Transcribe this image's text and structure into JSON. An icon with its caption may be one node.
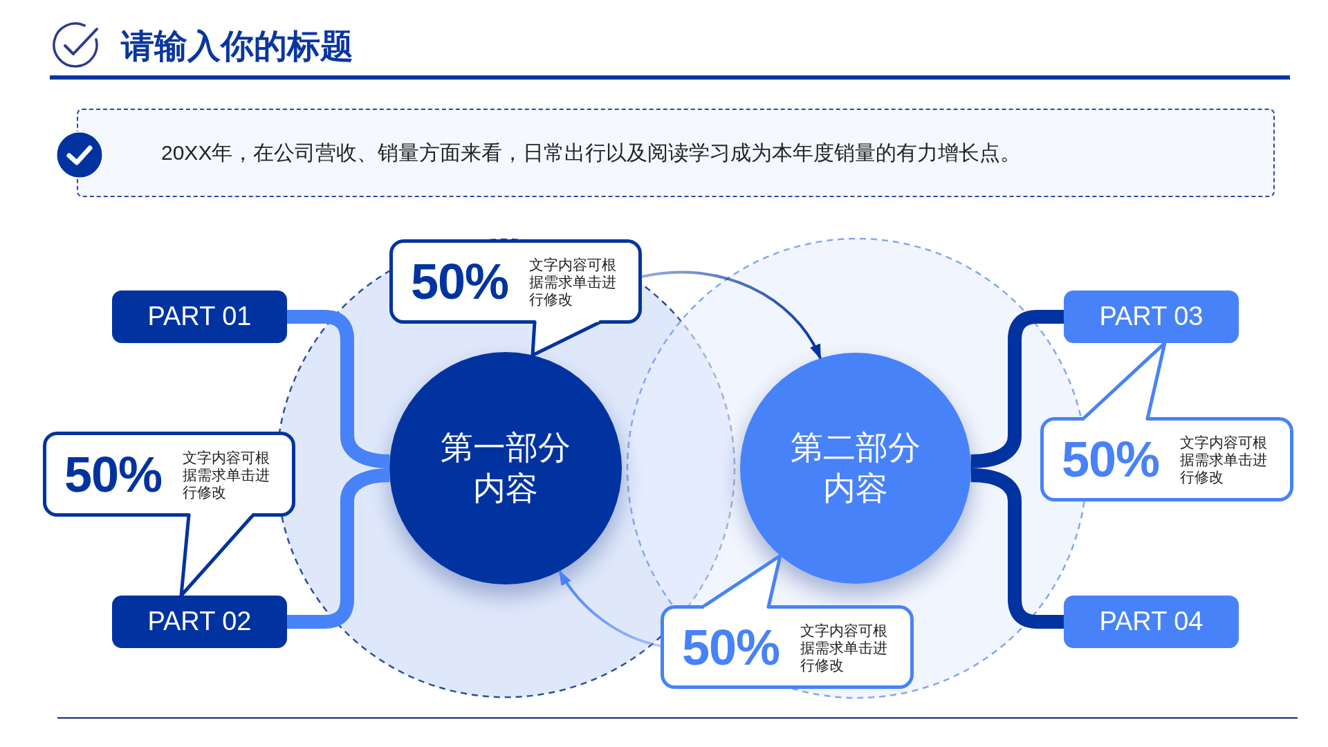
{
  "diagram": {
    "title": "请输入你的标题",
    "nodes": [
      {
        "text": [
          "20XX年，在公司营收、销量方面来看，日常出行以及阅读学习成为本年度销量的有力增长点。"
        ]
      },
      {
        "text": [
          "PART 01"
        ]
      },
      {
        "text": [
          "50%",
          "文字内容可根据需求单击进行修改"
        ]
      },
      {
        "text": [
          "PART 02"
        ]
      },
      {
        "text": [
          "50%",
          "文字内容可根据需求单击进行修改"
        ]
      },
      {
        "text": [
          "第一部分内容"
        ]
      },
      {
        "text": [
          "第二部分内容"
        ]
      },
      {
        "text": [
          "50%",
          "文字内容可根据需求单击进行修改"
        ]
      },
      {
        "text": [
          "PART 03"
        ]
      },
      {
        "text": [
          "50%",
          "文字内容可根据需求单击进行修改"
        ]
      },
      {
        "text": [
          "PART 04"
        ]
      }
    ],
    "edges": [
      {
        "from": 1,
        "to": 5,
        "arrow": "none",
        "style": "thick",
        "color": "#4782f8"
      },
      {
        "from": 3,
        "to": 5,
        "arrow": "none",
        "style": "thick",
        "color": "#4782f8"
      },
      {
        "from": 8,
        "to": 6,
        "arrow": "none",
        "style": "thick"
      },
      {
        "from": 10,
        "to": 6,
        "arrow": "none",
        "style": "thick"
      },
      {
        "from": 2,
        "to": 3,
        "arrow": "none"
      },
      {
        "from": 4,
        "to": 5,
        "arrow": "none"
      },
      {
        "from": 7,
        "to": 6,
        "arrow": "none",
        "color": "#4782f8"
      },
      {
        "from": 9,
        "to": 8,
        "arrow": "none",
        "color": "#4782f8"
      },
      {
        "from": 4,
        "to": 6,
        "arrow": "to"
      },
      {
        "from": 7,
        "to": 5,
        "arrow": "to",
        "color": "#4782f8"
      }
    ]
  }
}
